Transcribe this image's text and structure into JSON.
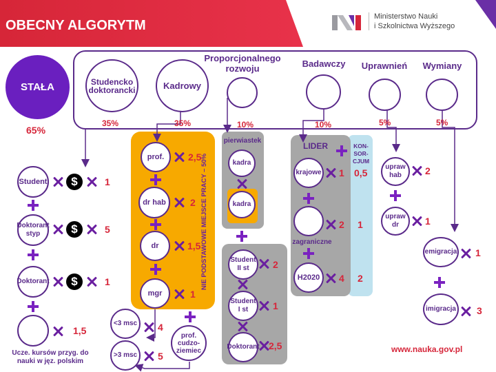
{
  "header": {
    "title": "OBECNY ALGORYTM",
    "ministry_line1": "Ministerstwo Nauki",
    "ministry_line2": "i Szkolnictwa Wyższego",
    "footer_url": "www.nauka.gov.pl",
    "colors": {
      "banner": "#e0283d",
      "accent": "#5a2a8a"
    }
  },
  "components": {
    "stala": {
      "label": "STAŁA",
      "pct": "65%"
    },
    "studencko": {
      "label": "Studencko doktorancki",
      "pct": "35%"
    },
    "kadrowy": {
      "label": "Kadrowy",
      "pct": "35%"
    },
    "proporcjonalnego": {
      "label": "Proporcjonalnego rozwoju",
      "pct": "10%"
    },
    "badawczy": {
      "label": "Badawczy",
      "pct": "10%"
    },
    "uprawnien": {
      "label": "Uprawnień",
      "pct": "5%"
    },
    "wymiany": {
      "label": "Wymiany",
      "pct": "5%"
    }
  },
  "students": {
    "student": {
      "label": "Student",
      "w": "1"
    },
    "doktorant_styp": {
      "label": "Doktorant styp",
      "w": "5"
    },
    "doktorant": {
      "label": "Doktorant",
      "w": "1"
    },
    "blank_w": "1,5",
    "note": "Ucze. kursów przyg. do nauki w jęz. polskim"
  },
  "staff": {
    "prof": {
      "label": "prof.",
      "w": "2,5"
    },
    "dr_hab": {
      "label": "dr hab",
      "w": "2"
    },
    "dr": {
      "label": "dr",
      "w": "1,5"
    },
    "mgr": {
      "label": "mgr",
      "w": "1"
    },
    "vertical": "NIE PODSTAWOWE MIEJSCE PRACY – 50%",
    "lt3": {
      "label": "<3 msc",
      "w": "4"
    },
    "gt3": {
      "label": ">3 msc",
      "w": "5"
    },
    "prof_cudzo": "prof. cudzo-ziemiec"
  },
  "prop": {
    "pierwiastek": "pierwiastek",
    "kadra1": "kadra",
    "kadra2": "kadra",
    "student2": {
      "label": "Student II st",
      "w": "2"
    },
    "student1": {
      "label": "Student I st",
      "w": "1"
    },
    "doktorant": {
      "label": "Doktorant",
      "w": "2,5"
    }
  },
  "research": {
    "lider": "LIDER",
    "konsorcjum": "KON-SOR-CJUM",
    "krajowe": {
      "label": "krajowe",
      "w": "1",
      "k": "0,5"
    },
    "zagraniczne": {
      "label": "zagraniczne",
      "w": "2",
      "k": "1"
    },
    "h2020": {
      "label": "H2020",
      "w": "4",
      "k": "2"
    }
  },
  "rights": {
    "uprawhab": {
      "label": "upraw hab",
      "w": "2"
    },
    "uprawdr": {
      "label": "upraw dr",
      "w": "1"
    }
  },
  "exchange": {
    "emigracja": {
      "label": "emigracja",
      "w": "1"
    },
    "imigracja": {
      "label": "imigracja",
      "w": "3"
    }
  }
}
